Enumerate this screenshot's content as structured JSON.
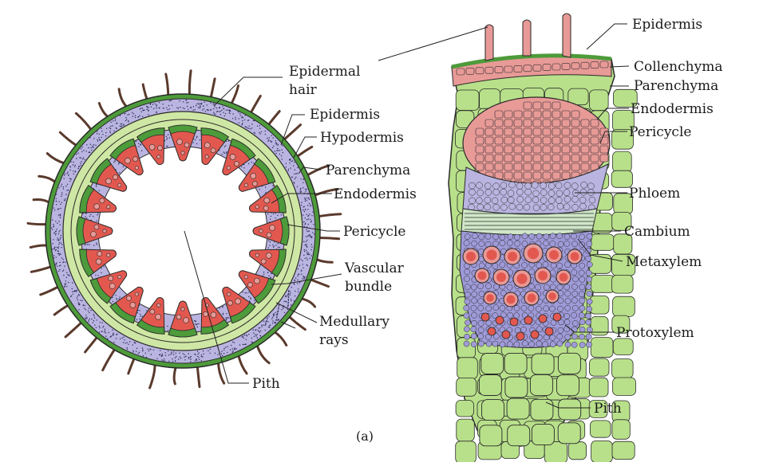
{
  "colors": {
    "cortex_blue": "#b9b4e0",
    "stipple": "#2b2b55",
    "pale_green": "#cfe7a4",
    "leaf_green": "#b8e08a",
    "dark_green": "#4d9b3a",
    "red": "#e2584f",
    "pink": "#e89a97",
    "hair_brown": "#5a3a2c",
    "outline": "#2a2a2a"
  },
  "left_diagram": {
    "labels": {
      "epidermal_hair": [
        "Epidermal",
        "hair"
      ],
      "epidermis": "Epidermis",
      "hypodermis": "Hypodermis",
      "parenchyma": "Parenchyma",
      "endodermis": "Endodermis",
      "pericycle": "Pericycle",
      "vascular_bundle": [
        "Vascular",
        "bundle"
      ],
      "medullary_rays": [
        "Medullary",
        "rays"
      ],
      "pith": "Pith"
    }
  },
  "right_diagram": {
    "labels": {
      "epidermis": "Epidermis",
      "collenchyma": "Collenchyma",
      "parenchyma": "Parenchyma",
      "endodermis": "Endodermis",
      "pericycle": "Pericycle",
      "phloem": "Phloem",
      "cambium": "Cambium",
      "metaxylem": "Metaxylem",
      "protoxylem": "Protoxylem",
      "pith": "Pith"
    }
  },
  "caption": "(a)"
}
